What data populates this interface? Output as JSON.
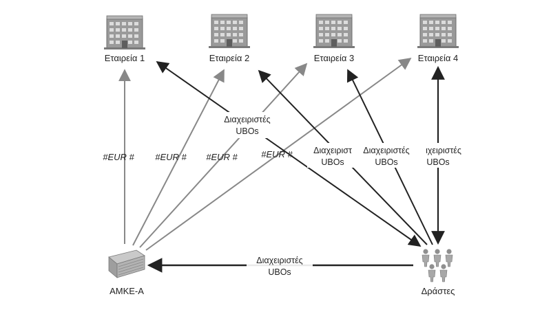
{
  "colors": {
    "background": "#ffffff",
    "dark_arrow": "#222222",
    "gray_arrow": "#888888",
    "building": "#9a9a9a",
    "text": "#222222"
  },
  "nodes": {
    "company1": {
      "label": "Εταιρεία 1",
      "icon": "office-building-icon"
    },
    "company2": {
      "label": "Εταιρεία 2",
      "icon": "office-building-icon"
    },
    "company3": {
      "label": "Εταιρεία 3",
      "icon": "office-building-icon"
    },
    "company4": {
      "label": "Εταιρεία 4",
      "icon": "office-building-icon"
    },
    "amke": {
      "label": "ΑΜΚΕ-Α",
      "icon": "server-rack-icon"
    },
    "actors": {
      "label": "Δράστες",
      "icon": "people-group-icon"
    }
  },
  "edge_labels": {
    "ubo_main": {
      "line1": "Διαχειριστές",
      "line2": "UBOs"
    },
    "ubo_c2": {
      "line1": "Διαχειριστ",
      "line2": "UBOs"
    },
    "ubo_c3": {
      "line1": "Διαχειριστές",
      "line2": "UBOs"
    },
    "ubo_c4": {
      "line1": "ιχειριστές",
      "line2": "UBOs"
    },
    "ubo_bottom": {
      "line1": "Διαχειριστές",
      "line2": "UBOs"
    }
  },
  "eur_labels": [
    "#EUR #",
    "#EUR #",
    "#EUR #",
    "#EUR #"
  ]
}
